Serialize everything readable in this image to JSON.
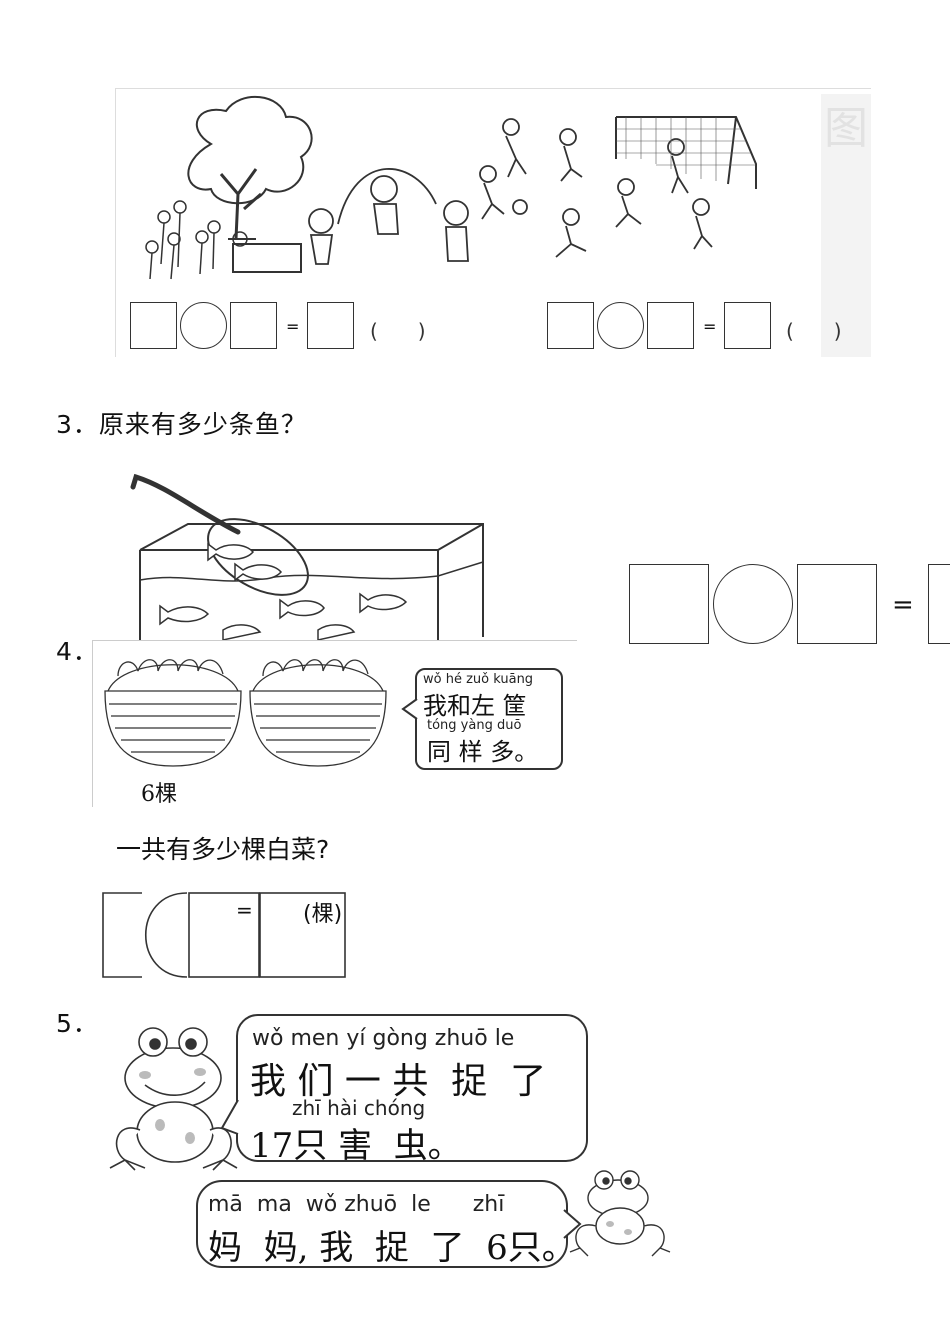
{
  "q2_image": {
    "left_paren": "(　　)",
    "right_paren": "(　　)",
    "eq_sign": "=",
    "watermark_glyph": "图"
  },
  "q3": {
    "number": "3",
    "text": "．原来有多少条鱼？",
    "eq_sign": "="
  },
  "q4": {
    "number": "4",
    "dot": "．",
    "basket_label": "6棵",
    "bubble_pinyin_1": "wǒ hé zuǒ kuāng",
    "bubble_hanzi_1": "我和左 筐",
    "bubble_pinyin_2": "tóng yàng duō",
    "bubble_hanzi_2": "同 样 多。",
    "question": "一共有多少棵白菜?",
    "eq_sign": "=",
    "unit": "(棵)"
  },
  "q5": {
    "number": "5",
    "dot": "．",
    "big_bubble_pinyin_1": "wǒ men yí gòng zhuō le",
    "big_bubble_hanzi_1": "我 们 一 共  捉  了",
    "big_bubble_pinyin_2": "zhī hài chóng",
    "big_bubble_hanzi_2": "17只 害  虫。",
    "small_bubble_pinyin": "mā  ma  wǒ zhuō  le      zhī",
    "small_bubble_hanzi": "妈  妈, 我  捉  了  6只。"
  }
}
